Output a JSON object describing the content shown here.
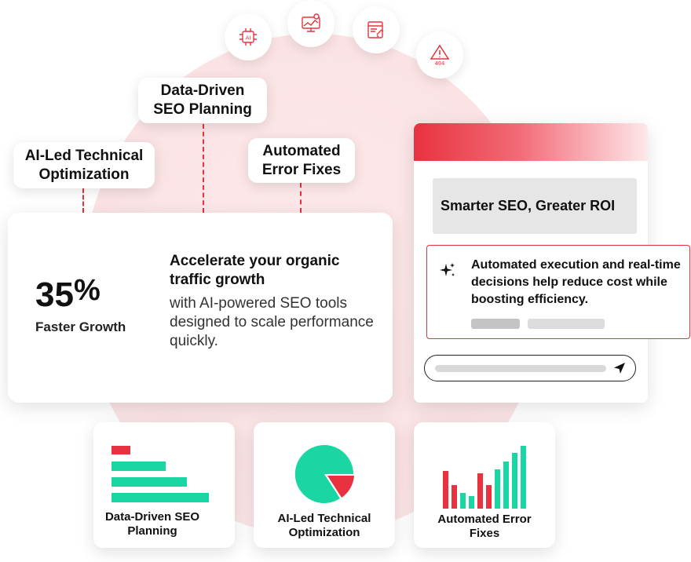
{
  "top_labels": {
    "planning": "Data-Driven SEO Planning",
    "technical": "AI-Led Technical Optimization",
    "fixes": "Automated Error Fixes"
  },
  "icons": [
    "ai-chip-icon",
    "monitor-analytics-icon",
    "web-link-icon",
    "error-404-icon"
  ],
  "main_card": {
    "stat_value": "35",
    "stat_unit": "%",
    "stat_label": "Faster Growth",
    "headline": "Accelerate your organic traffic growth",
    "subline": "with AI-powered SEO tools designed to scale performance quickly."
  },
  "chat": {
    "title_message": "Smarter SEO, Greater ROI",
    "ai_message": "Automated execution and real-time decisions help reduce cost while boosting efficiency."
  },
  "bottom_cards": {
    "planning": "Data-Driven SEO Planning",
    "technical": "AI-Led Technical Optimization",
    "fixes": "Automated Error Fixes"
  },
  "colors": {
    "accent": "#e8323f",
    "teal": "#19d6a3",
    "blush": "#fbe3e5"
  }
}
